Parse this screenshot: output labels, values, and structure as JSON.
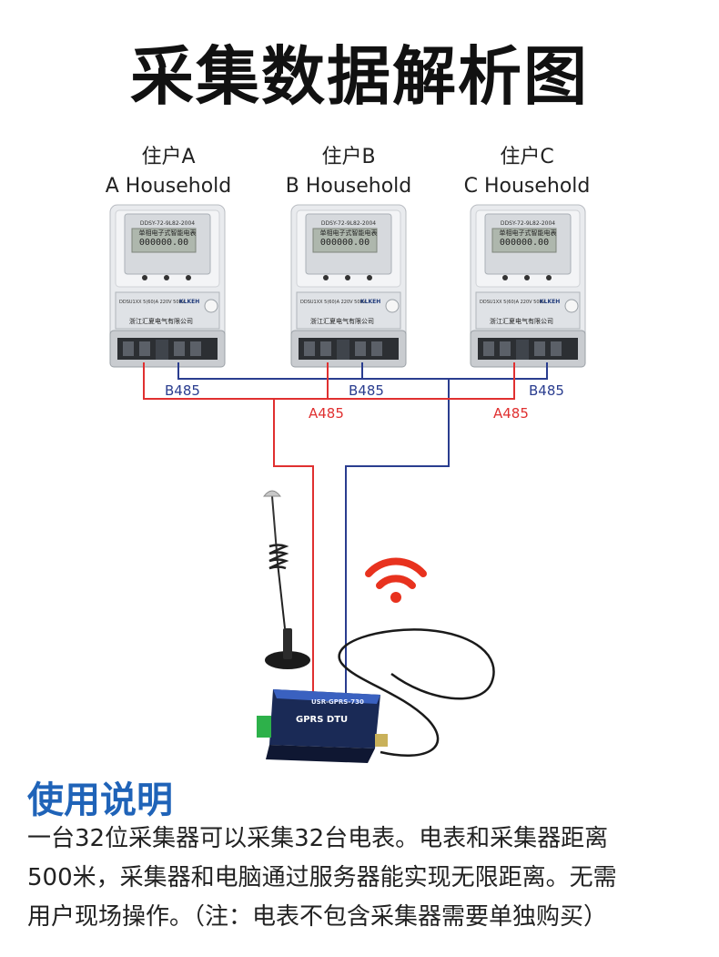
{
  "title": "采集数据解析图",
  "households": [
    {
      "cn": "住户A",
      "en": "A Household"
    },
    {
      "cn": "住户B",
      "en": "B Household"
    },
    {
      "cn": "住户C",
      "en": "C Household"
    }
  ],
  "meter": {
    "header": "单相电子式智能电表",
    "model_code": "DDSY-72-9L82-2004",
    "reading": "000000.00",
    "spec": "DDSU1XX  5(60)A  220V  50Hz",
    "brand": "KLKEH",
    "company": "浙江汇夏电气有限公司"
  },
  "bus_labels": {
    "b485": "B485",
    "a485": "A485"
  },
  "device": {
    "name": "USR-GPRS-730",
    "label": "GPRS DTU"
  },
  "colors": {
    "a_line": "#e03030",
    "b_line": "#2a3d8f",
    "accent": "#1f63b8",
    "wifi": "#e8321e"
  },
  "section": {
    "heading": "使用说明",
    "lines": [
      "一台32位采集器可以采集32台电表。电表和采集器距离",
      "500米，采集器和电脑通过服务器能实现无限距离。无需",
      "用户现场操作。（注：电表不包含采集器需要单独购买）"
    ]
  }
}
